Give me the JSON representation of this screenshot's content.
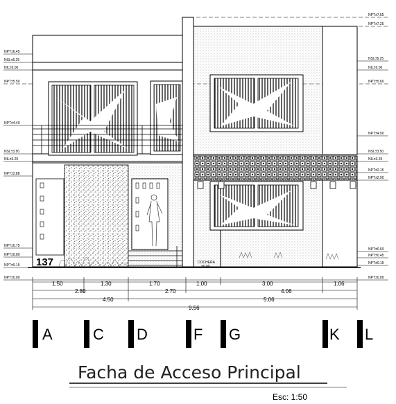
{
  "title": "Facha de Acceso Principal",
  "scale": "Esc: 1:50",
  "house_number": "137",
  "garage_label": "COCHERA",
  "garage_sub": "±0.00",
  "levels_left": [
    "NPT±6.45",
    "NSL±6.25",
    "NIL±6.00",
    "NPT±5.50",
    "NPT±4.40",
    "NSL±3.50",
    "NIL±3.25",
    "NPT±2.88",
    "NPT±0.75",
    "NPT±0.60",
    "NPT±0.15",
    "NPT±0.00"
  ],
  "levels_right": [
    "NPT±7.55",
    "NPT±7.25",
    "NSL±6.25",
    "NIL±6.00",
    "NPT±5.60",
    "NPT±4.00",
    "NSL±3.50",
    "NIL±3.25",
    "NPT±2.15",
    "NPT±2.90",
    "NPT±0.60",
    "NPT±0.45",
    "NPT±0.15",
    "NPT±0.00"
  ],
  "dimensions": {
    "row1": [
      "1.50",
      "1.30",
      "1.70",
      "1.00",
      "3.00",
      "1.06"
    ],
    "row2": [
      "2.80",
      "2.70",
      "4.06"
    ],
    "row3": [
      "4.50",
      "5.06"
    ],
    "row4": [
      "9.56"
    ]
  },
  "axes": [
    "A",
    "C",
    "D",
    "F",
    "G",
    "K",
    "L"
  ]
}
